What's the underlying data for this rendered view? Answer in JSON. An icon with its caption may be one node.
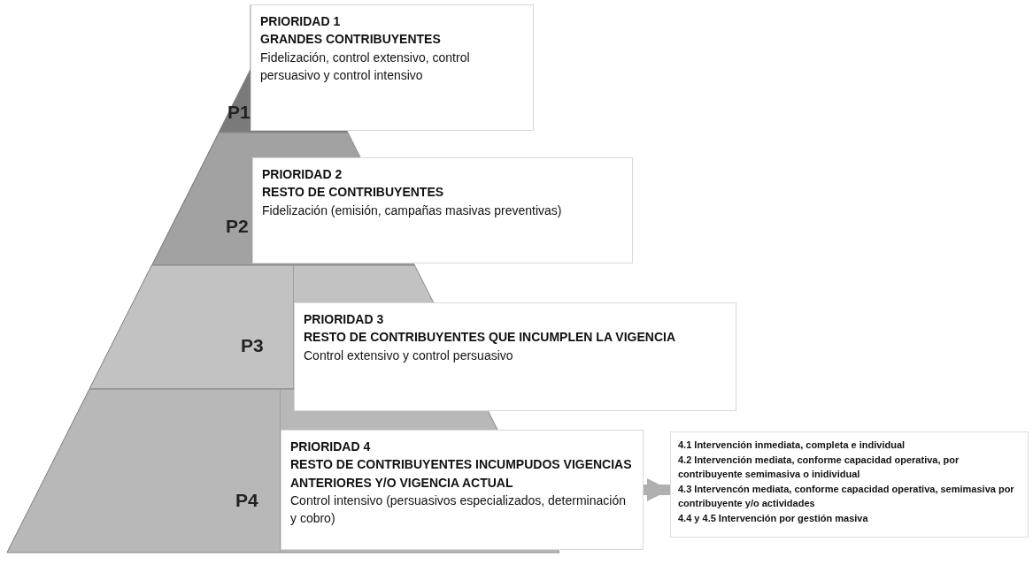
{
  "diagram": {
    "nodes": [
      {
        "text": [
          "P1"
        ]
      },
      {
        "text": [
          "PRIORIDAD 1",
          "GRANDES CONTRIBUYENTES",
          "Fidelización, control extensivo, control persuasivo y control intensivo"
        ]
      },
      {
        "text": [
          "P2"
        ]
      },
      {
        "text": [
          "PRIORIDAD 2",
          "RESTO DE CONTRIBUYENTES",
          "Fidelización (emisión, campañas masivas preventivas)"
        ]
      },
      {
        "text": [
          "P3"
        ]
      },
      {
        "text": [
          "PRIORIDAD 3",
          "RESTO DE CONTRIBUYENTES QUE INCUMPLEN LA VIGENCIA",
          "Control extensivo y control persuasivo"
        ]
      },
      {
        "text": [
          "P4"
        ]
      },
      {
        "text": [
          "PRIORIDAD 4",
          "RESTO DE CONTRIBUYENTES INCUMPUDOS VIGENCIAS ANTERIORES Y/O VIGENCIA ACTUAL",
          "Control intensivo (persuasivos especializados, determinación y cobro)"
        ]
      },
      {
        "text": [
          "4.1 Intervención inmediata, completa e individual",
          "4.2 Intervención mediata, conforme capacidad operativa, por contribuyente semimasiva o inidividual",
          "4.3 Intervencón mediata, conforme capacidad operativa, semimasiva por contribuyente y/o actividades",
          "4.4 y 4.5 Intervención por gestión masiva"
        ]
      }
    ],
    "edges": [
      {
        "from": 7,
        "to": 8,
        "arrow": "to"
      }
    ]
  }
}
